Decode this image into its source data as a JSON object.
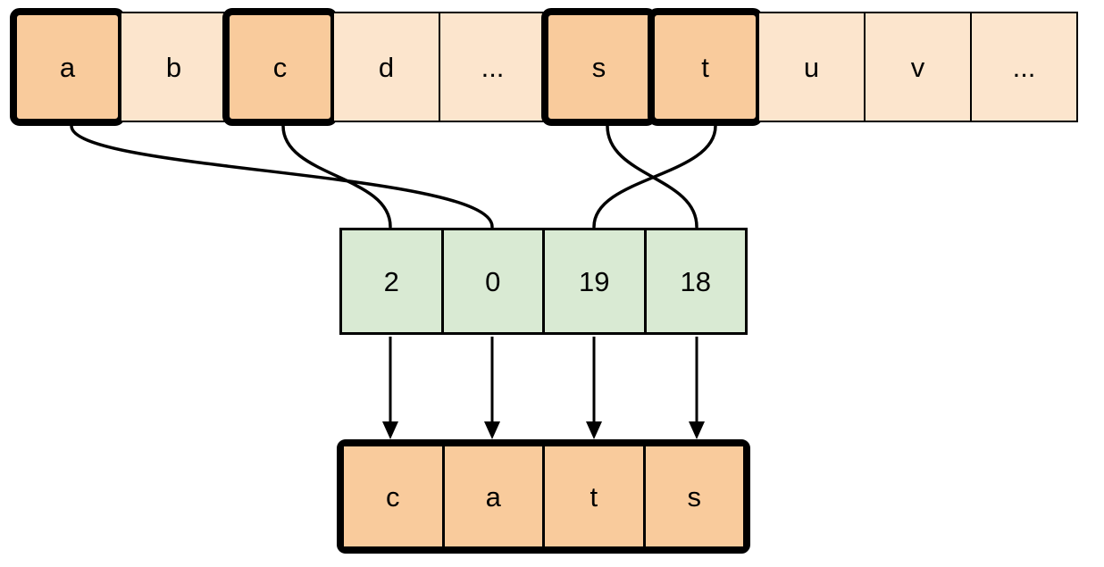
{
  "alphabet_row": {
    "cells": [
      {
        "label": "a",
        "highlighted": true
      },
      {
        "label": "b",
        "highlighted": false
      },
      {
        "label": "c",
        "highlighted": true
      },
      {
        "label": "d",
        "highlighted": false
      },
      {
        "label": "...",
        "highlighted": false
      },
      {
        "label": "s",
        "highlighted": true
      },
      {
        "label": "t",
        "highlighted": true
      },
      {
        "label": "u",
        "highlighted": false
      },
      {
        "label": "v",
        "highlighted": false
      },
      {
        "label": "...",
        "highlighted": false
      }
    ]
  },
  "index_row": {
    "cells": [
      {
        "label": "2"
      },
      {
        "label": "0"
      },
      {
        "label": "19"
      },
      {
        "label": "18"
      }
    ]
  },
  "word_row": {
    "cells": [
      {
        "label": "c"
      },
      {
        "label": "a"
      },
      {
        "label": "t"
      },
      {
        "label": "s"
      }
    ]
  },
  "connections": [
    {
      "from_letter": "a",
      "to_index": "0"
    },
    {
      "from_letter": "c",
      "to_index": "2"
    },
    {
      "from_letter": "s",
      "to_index": "18"
    },
    {
      "from_letter": "t",
      "to_index": "19"
    }
  ],
  "colors": {
    "highlight_fill": "#f9cb9c",
    "plain_fill": "#fce5cd",
    "index_fill": "#d9ead3",
    "line_color": "#000000"
  }
}
